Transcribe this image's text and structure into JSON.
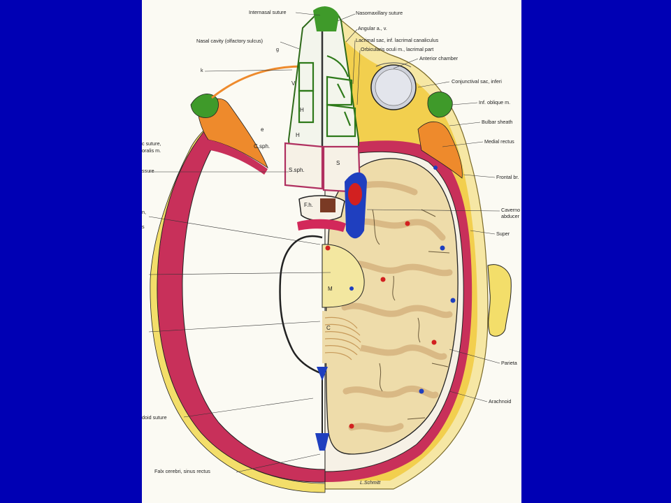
{
  "slide": {
    "background": "#0000b4",
    "panel_background": "#fbfaf3"
  },
  "diagram": {
    "right_labels": [
      "Internasal suture",
      "Nasomaxillary suture",
      "Angular a., v.",
      "Lacrimal sac, inf. lacrimal canaliculus",
      "Orbicularis oculi m., lacrimal part",
      "Anterior chamber",
      "Conjunctival sac, inferi",
      "Inf. oblique m.",
      "Bulbar sheath",
      "Medial rectus",
      "Frontal br.",
      "Caverno",
      "abducer",
      "Super",
      "Parieta",
      "Arachnoid"
    ],
    "left_labels": [
      "Nasal cavity (olfactory sulcus)",
      "g",
      "k",
      "c suture,",
      "oralis m.",
      "ssure",
      "n,",
      "s",
      "doid suture",
      "Falx cerebri, sinus rectus"
    ],
    "inner_labels": {
      "v": "V",
      "h1": "H",
      "h2": "H",
      "e2": "e",
      "csph": "C.sph.",
      "ssph": "S.sph.",
      "s": "S",
      "fh": "F.h.",
      "m": "M",
      "c": "C",
      "signature": "L.Schmitt"
    },
    "colors": {
      "bone_red": "#c8305a",
      "fat_yellow": "#f3de6a",
      "orange_muscle": "#ee8a2c",
      "green_nasal": "#3f9a2a",
      "brain_tan": "#eedcaa",
      "brain_gyri": "#d9b985",
      "blue_vessel": "#1f3fbf",
      "red_vessel": "#d22020",
      "eye_gray": "#cfd2db"
    }
  }
}
